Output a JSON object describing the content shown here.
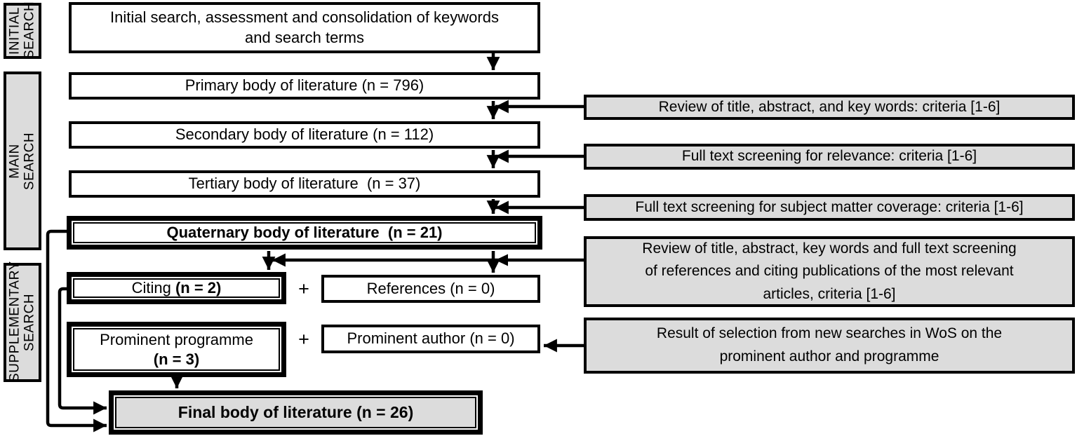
{
  "sidebar": {
    "sections": [
      {
        "id": "initial-search",
        "lines": [
          "INITIAL",
          "SEARCH"
        ]
      },
      {
        "id": "main-search",
        "lines": [
          "MAIN",
          "SEARCH"
        ]
      },
      {
        "id": "supplementary-search",
        "lines": [
          "SUPPLEMENTARY",
          "SEARCH"
        ]
      }
    ]
  },
  "flow": {
    "initial": {
      "lines": [
        "Initial search, assessment and consolidation of keywords",
        "and search terms"
      ]
    },
    "primary": {
      "label": "Primary body of literature (n = 796)"
    },
    "secondary": {
      "label": "Secondary body of literature (n = 112)"
    },
    "tertiary": {
      "label": "Tertiary body of literature  (n = 37)"
    },
    "quaternary": {
      "label": "Quaternary body of literature  (n = 21)"
    },
    "citing": {
      "label_regular": "Citing ",
      "label_bold": "(n = 2)"
    },
    "references": {
      "label": "References (n = 0)"
    },
    "prominent_programme": {
      "line1": "Prominent programme",
      "line2": "(n = 3)"
    },
    "prominent_author": {
      "label": "Prominent author (n = 0)"
    },
    "final": {
      "label": "Final body of literature (n = 26)"
    },
    "plus": "+"
  },
  "annotations": {
    "review_title_abstract": "Review of title, abstract, and key words: criteria [1-6]",
    "full_text_relevance": "Full text screening for relevance: criteria [1-6]",
    "full_text_subject": "Full text screening for subject matter coverage: criteria [1-6]",
    "review_references_citing": [
      "Review of title, abstract, key words and full text screening",
      "of references and citing publications of the most relevant",
      "articles, criteria [1-6]"
    ],
    "result_new_searches": [
      "Result of selection from new searches in WoS on the",
      "prominent author and programme"
    ]
  },
  "colors": {
    "box_fill_gray": "#dcdcdc",
    "box_fill_white": "#ffffff",
    "line": "#000000",
    "text": "#000000",
    "background": "#ffffff"
  }
}
